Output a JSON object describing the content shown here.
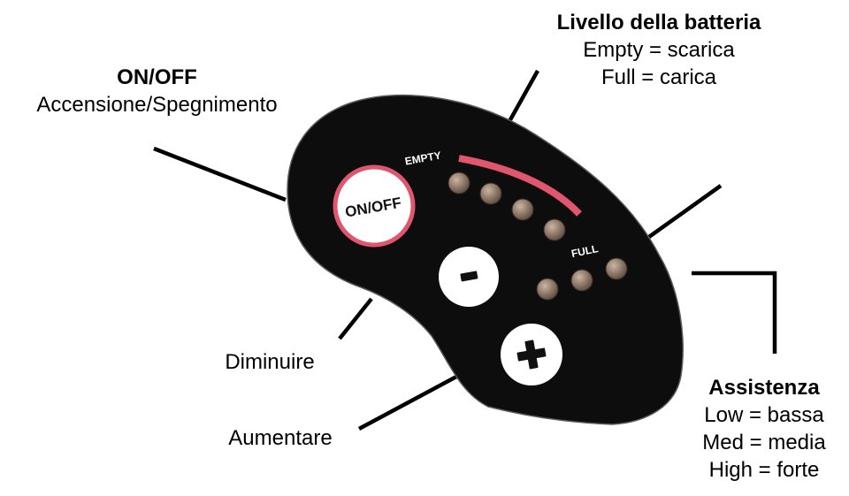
{
  "callouts": {
    "onoff": {
      "title": "ON/OFF",
      "desc": "Accensione/Spegnimento"
    },
    "battery": {
      "title": "Livello della batteria",
      "lines": [
        "Empty = scarica",
        "Full = carica"
      ]
    },
    "decrease": {
      "label": "Diminuire"
    },
    "increase": {
      "label": "Aumentare"
    },
    "assist": {
      "title": "Assistenza",
      "lines": [
        "Low = bassa",
        "Med = media",
        "High = forte"
      ]
    }
  },
  "device": {
    "onoff_button": "ON/OFF",
    "minus_button": "-",
    "plus_button": "+",
    "empty_label": "EMPTY",
    "full_label": "FULL",
    "battery_led_count": 4,
    "assist_led_count": 3
  },
  "colors": {
    "body": "#0d0d0d",
    "accent": "#e0566e",
    "led": "#8f7868"
  }
}
